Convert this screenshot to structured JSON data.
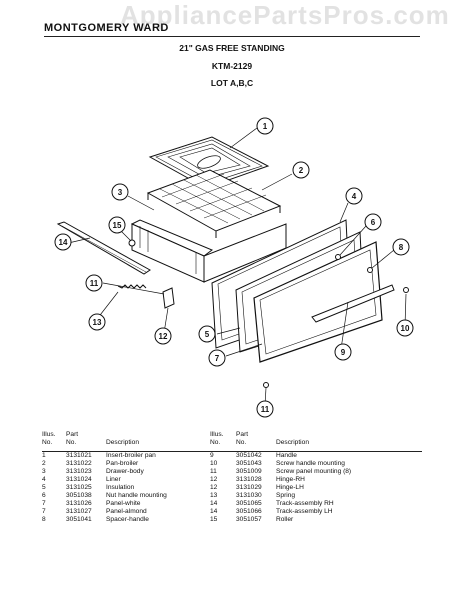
{
  "watermark": "AppliancePartsPros.com",
  "header": {
    "brand": "MONTGOMERY WARD",
    "model_line": "21\" GAS FREE STANDING",
    "model_number": "KTM-2129",
    "lot": "LOT A,B,C"
  },
  "callouts": [
    "1",
    "2",
    "3",
    "4",
    "5",
    "6",
    "7",
    "8",
    "9",
    "10",
    "11",
    "11",
    "12",
    "13",
    "14",
    "15"
  ],
  "table": {
    "headers": {
      "illus_no": [
        "Illus.",
        "No."
      ],
      "part_no": [
        "Part",
        "No."
      ],
      "description": "Description"
    },
    "left_rows": [
      {
        "illus": "1",
        "part": "3131021",
        "desc": "Insert-broiler pan"
      },
      {
        "illus": "2",
        "part": "3131022",
        "desc": "Pan-broiler"
      },
      {
        "illus": "3",
        "part": "3131023",
        "desc": "Drawer-body"
      },
      {
        "illus": "4",
        "part": "3131024",
        "desc": "Liner"
      },
      {
        "illus": "5",
        "part": "3131025",
        "desc": "Insulation"
      },
      {
        "illus": "6",
        "part": "3051038",
        "desc": "Nut handle mounting"
      },
      {
        "illus": "7",
        "part": "3131026",
        "desc": "Panel-white"
      },
      {
        "illus": "7",
        "part": "3131027",
        "desc": "Panel-almond"
      },
      {
        "illus": "8",
        "part": "3051041",
        "desc": "Spacer-handle"
      }
    ],
    "right_rows": [
      {
        "illus": "9",
        "part": "3051042",
        "desc": "Handle"
      },
      {
        "illus": "10",
        "part": "3051043",
        "desc": "Screw handle mounting"
      },
      {
        "illus": "11",
        "part": "3051009",
        "desc": "Screw panel mounting (8)"
      },
      {
        "illus": "12",
        "part": "3131028",
        "desc": "Hinge-RH"
      },
      {
        "illus": "12",
        "part": "3131029",
        "desc": "Hinge-LH"
      },
      {
        "illus": "13",
        "part": "3131030",
        "desc": "Spring"
      },
      {
        "illus": "14",
        "part": "3051065",
        "desc": "Track-assembly RH"
      },
      {
        "illus": "14",
        "part": "3051066",
        "desc": "Track-assembly LH"
      },
      {
        "illus": "15",
        "part": "3051057",
        "desc": "Roller"
      }
    ]
  }
}
